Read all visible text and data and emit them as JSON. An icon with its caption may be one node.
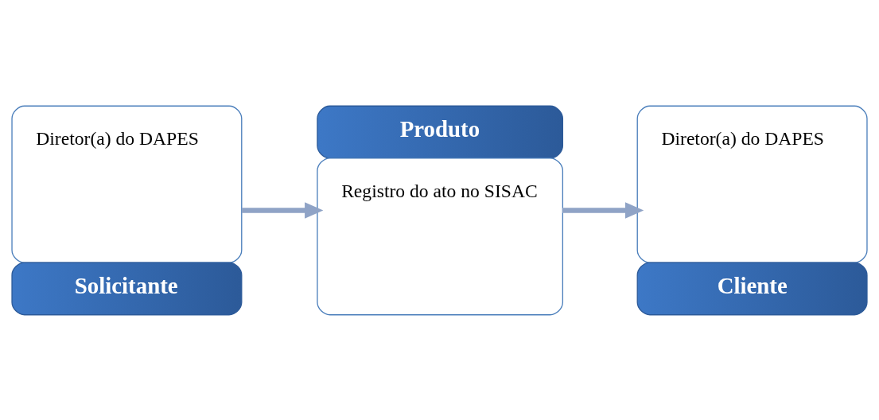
{
  "diagram": {
    "nodes": [
      {
        "text": [
          "Diretor(a) do DAPES",
          "Solicitante"
        ]
      },
      {
        "text": [
          "Produto",
          "Registro do ato no SISAC"
        ]
      },
      {
        "text": [
          "Diretor(a) do DAPES",
          "Cliente"
        ]
      }
    ],
    "edges": [
      {
        "from": 0,
        "to": 1,
        "arrow": "to"
      },
      {
        "from": 1,
        "to": 2,
        "arrow": "to"
      }
    ]
  }
}
